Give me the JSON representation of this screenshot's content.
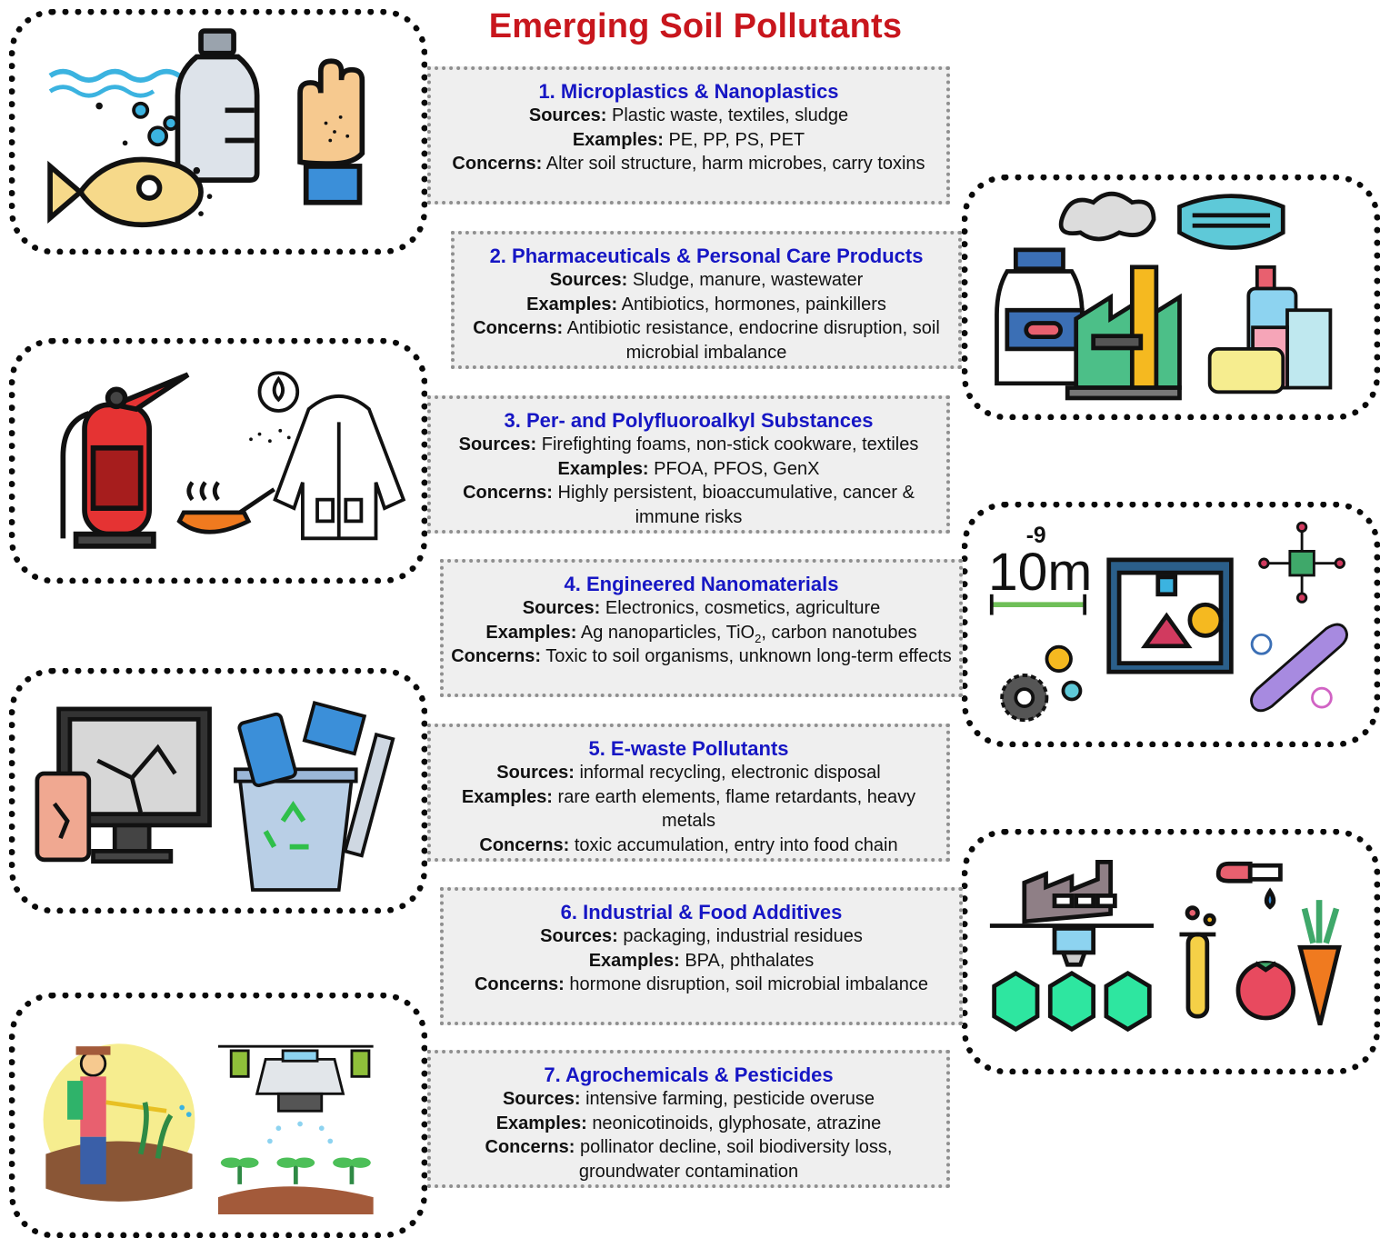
{
  "title": "Emerging Soil Pollutants",
  "labels": {
    "sources": "Sources:",
    "examples": "Examples:",
    "concerns": "Concerns:"
  },
  "pollutants": [
    {
      "heading": "1. Microplastics & Nanoplastics",
      "sources": "Plastic waste, textiles, sludge",
      "examples": "PE, PP, PS, PET",
      "concerns": "Alter soil structure, harm microbes, carry toxins"
    },
    {
      "heading": "2. Pharmaceuticals & Personal Care Products",
      "sources": "Sludge, manure, wastewater",
      "examples": "Antibiotics, hormones, painkillers",
      "concerns": "Antibiotic resistance, endocrine disruption, soil microbial imbalance"
    },
    {
      "heading": "3. Per- and Polyfluoroalkyl Substances",
      "sources": "Firefighting foams, non-stick cookware, textiles",
      "examples": "PFOA, PFOS, GenX",
      "concerns": "Highly persistent, bioaccumulative, cancer & immune risks"
    },
    {
      "heading": "4. Engineered Nanomaterials",
      "sources": "Electronics, cosmetics, agriculture",
      "examples_pre": "Ag nanoparticles, TiO",
      "examples_sub": "2",
      "examples_post": ", carbon nanotubes",
      "concerns": "Toxic to soil organisms, unknown long-term effects"
    },
    {
      "heading": "5. E-waste Pollutants",
      "sources": "informal recycling, electronic disposal",
      "examples": "rare earth elements, flame retardants, heavy metals",
      "concerns": "toxic accumulation, entry into food chain"
    },
    {
      "heading": "6. Industrial & Food Additives",
      "sources": "packaging, industrial residues",
      "examples": "BPA, phthalates",
      "concerns": "hormone disruption, soil microbial imbalance"
    },
    {
      "heading": "7. Agrochemicals & Pesticides",
      "sources": "intensive farming, pesticide overuse",
      "examples": "neonicotinoids, glyphosate, atrazine",
      "concerns": "pollinator decline, soil biodiversity loss, groundwater contamination"
    }
  ],
  "nano_scale": {
    "base": "10m",
    "exponent": "-9"
  },
  "colors": {
    "title": "#c8161d",
    "heading": "#1616c4",
    "box_fill": "#efefef",
    "box_border": "#8f8f8f"
  }
}
